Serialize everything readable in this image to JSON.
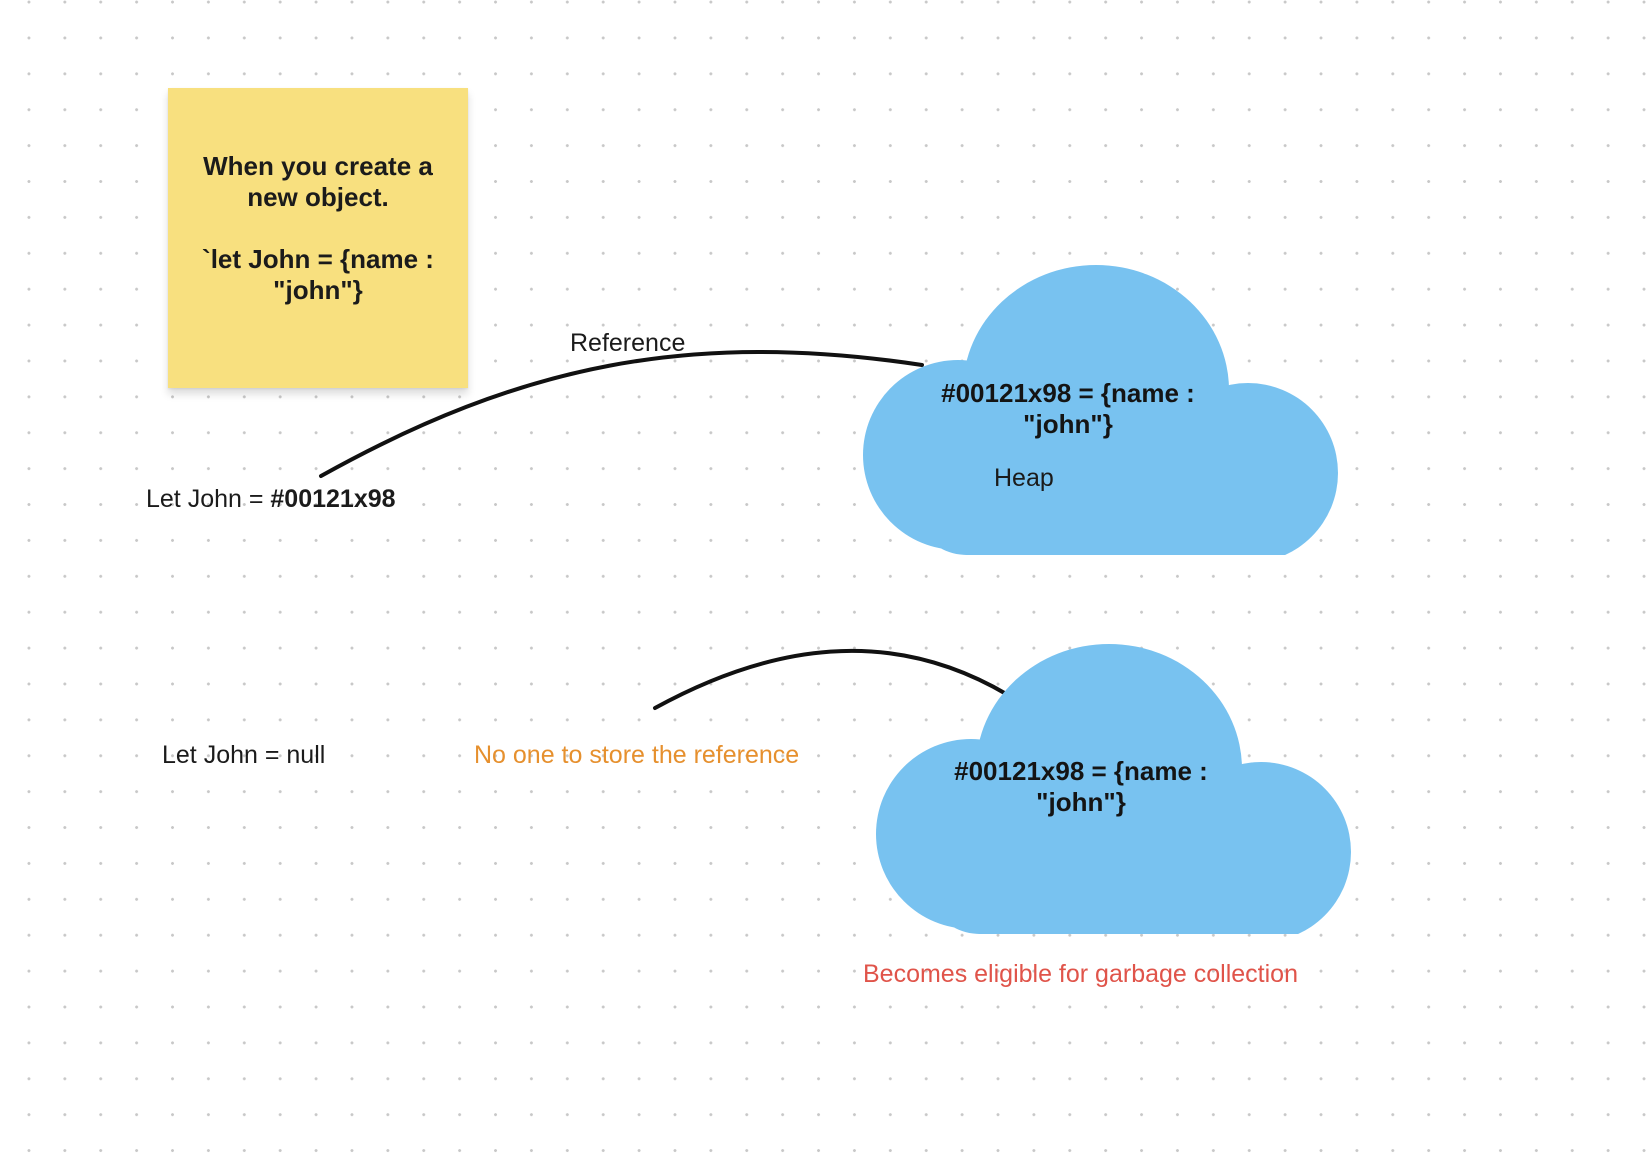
{
  "sticky_note": {
    "text": "When you create a\nnew object.\n\n`let John = {name :\n\"john\"}",
    "color": "#f8e07f"
  },
  "reference_label": "Reference",
  "let_john_assign": {
    "prefix": "Let John = ",
    "address": "#00121x98"
  },
  "heap_cloud": {
    "object_text": "#00121x98 = {name :\n\"john\"}",
    "label": "Heap",
    "color": "#78c2f0"
  },
  "let_john_null": "Let John = null",
  "no_reference_note": {
    "text": "No one to store the reference",
    "color": "#e6902e"
  },
  "gc_cloud": {
    "object_text": "#00121x98 = {name :\n\"john\"}",
    "color": "#78c2f0"
  },
  "gc_note": {
    "text": "Becomes eligible for garbage collection",
    "color": "#e0544a"
  }
}
